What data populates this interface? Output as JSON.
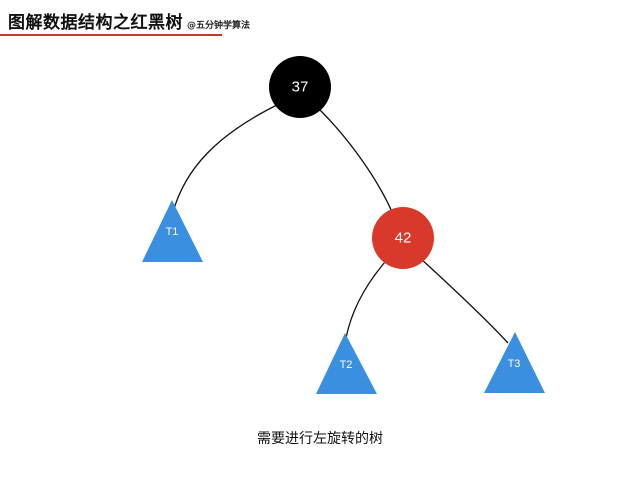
{
  "header": {
    "title": "图解数据结构之红黑树",
    "handle": "@五分钟学算法"
  },
  "tree": {
    "root": {
      "label": "37",
      "color": "#000000"
    },
    "right_child": {
      "label": "42",
      "color": "#d9392b"
    },
    "subtrees": [
      {
        "label": "T1",
        "color": "#3a8fe0"
      },
      {
        "label": "T2",
        "color": "#3a8fe0"
      },
      {
        "label": "T3",
        "color": "#3a8fe0"
      }
    ]
  },
  "caption": "需要进行左旋转的树"
}
